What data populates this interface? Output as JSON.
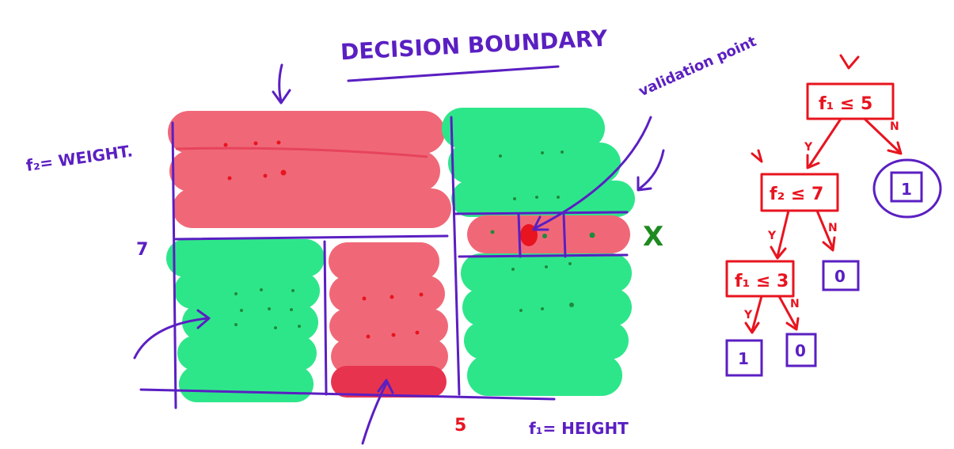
{
  "diagram": {
    "title": "DECISION BOUNDARY",
    "validation_label": "validation point",
    "axis_y_label": "f₂= WEIGHT.",
    "axis_x_label": "f₁= HEIGHT",
    "tick_y": "7",
    "tick_x": "5",
    "mark": "X",
    "colors": {
      "pen": "#5a1fc2",
      "red_band": "#f06878",
      "green_band": "#2ee68a",
      "tree": "#e8141f",
      "dot_red": "#e8141f",
      "dot_green": "#1f8a3a"
    },
    "tree": {
      "root": "f₁ ≤ 5",
      "left_node": "f₂ ≤ 7",
      "left_left_node": "f₁ ≤ 3",
      "leaf_root_right": "1",
      "leaf_mid_right": "0",
      "leaf_ll_left": "1",
      "leaf_ll_right": "0",
      "yes": "Y",
      "no": "N"
    }
  }
}
